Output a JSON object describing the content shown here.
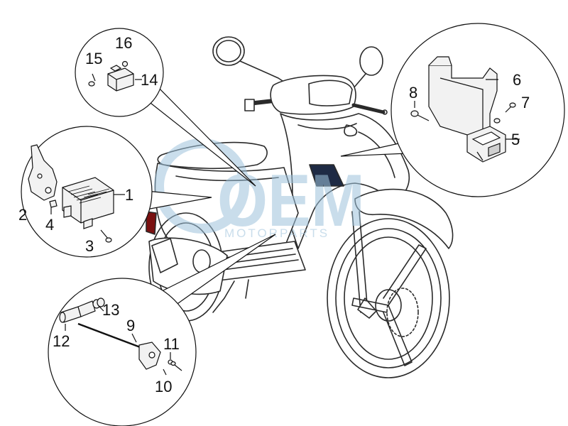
{
  "watermark": {
    "brand": "OEM",
    "tagline": "MOTORPARTS",
    "color": "#9ec3dc"
  },
  "callouts": [
    {
      "number": "1"
    },
    {
      "number": "2"
    },
    {
      "number": "3"
    },
    {
      "number": "4"
    },
    {
      "number": "5"
    },
    {
      "number": "6"
    },
    {
      "number": "7"
    },
    {
      "number": "8"
    },
    {
      "number": "9"
    },
    {
      "number": "10"
    },
    {
      "number": "11"
    },
    {
      "number": "12"
    },
    {
      "number": "13"
    },
    {
      "number": "14"
    },
    {
      "number": "15"
    },
    {
      "number": "16"
    }
  ],
  "colors": {
    "line": "#111111",
    "part_fill": "#f2f2f2",
    "scooter_line": "#2a2a2a"
  }
}
